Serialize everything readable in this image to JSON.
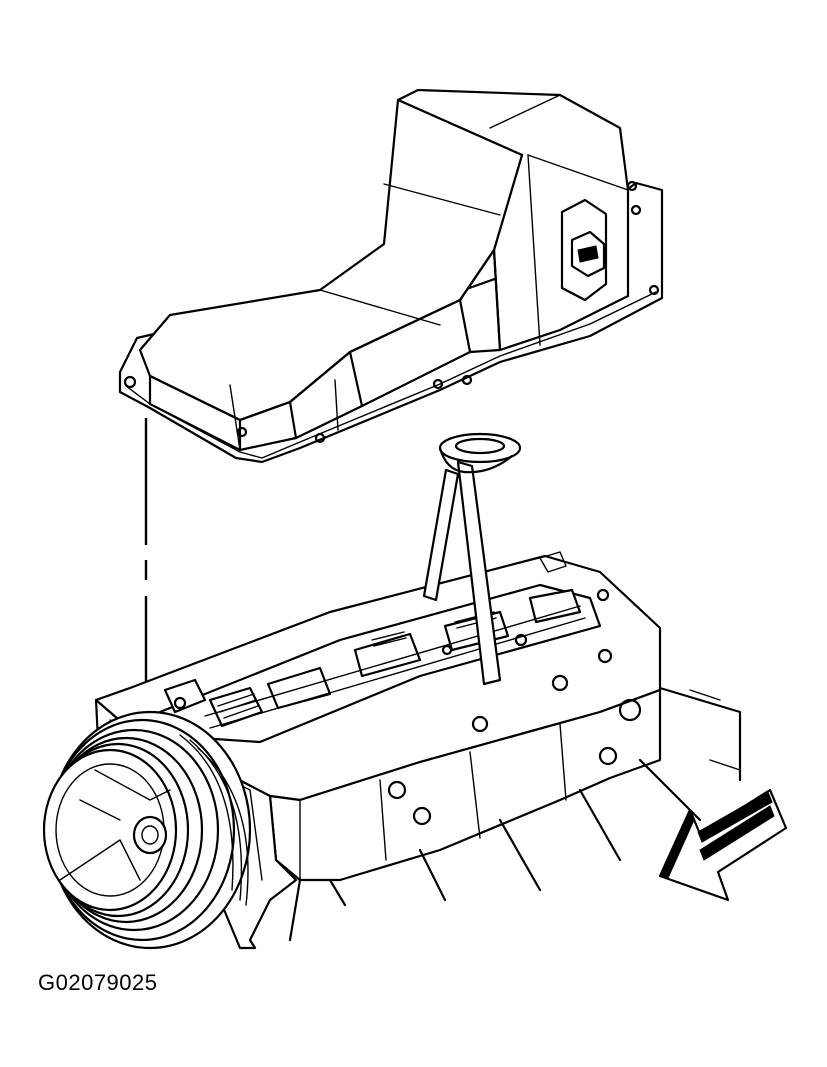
{
  "figure": {
    "id_label": "G02079025"
  },
  "components": [
    {
      "name": "oil-pan",
      "icon": "oil-pan-drawing"
    },
    {
      "name": "oil-level-indicator-tube",
      "icon": "dipstick-tube-drawing"
    },
    {
      "name": "engine-block-bottom",
      "icon": "engine-block-drawing"
    },
    {
      "name": "crankshaft-balancer",
      "icon": "pulley-drawing"
    },
    {
      "name": "alignment-leader-line",
      "icon": "dash-dot-line"
    },
    {
      "name": "front-of-vehicle-arrow",
      "icon": "direction-arrow"
    }
  ]
}
